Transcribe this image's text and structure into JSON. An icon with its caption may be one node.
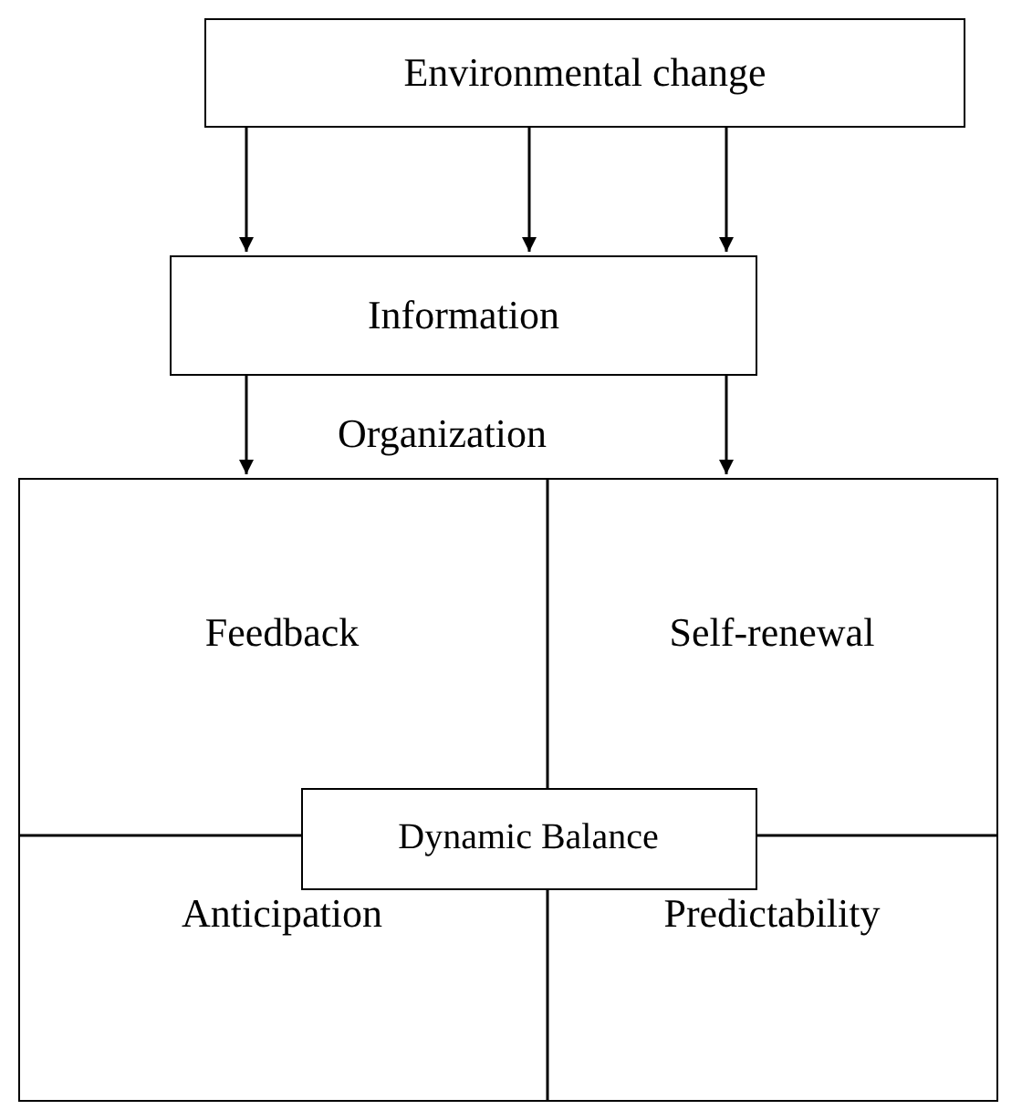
{
  "diagram": {
    "nodes": [
      {
        "text": [
          "Environmental change"
        ]
      },
      {
        "text": [
          "Information"
        ]
      },
      {
        "text": [],
        "shape": "box"
      },
      {
        "text": [
          "Feedback"
        ],
        "in": 2
      },
      {
        "text": [
          "Self-renewal"
        ],
        "in": 2
      },
      {
        "text": [
          "Anticipation"
        ],
        "in": 2
      },
      {
        "text": [
          "Predictability"
        ],
        "in": 2
      },
      {
        "text": [
          "Dynamic Balance"
        ],
        "in": 2
      }
    ],
    "edges": [
      {
        "from": 0,
        "to": 1,
        "arrow": "to"
      },
      {
        "from": 0,
        "to": 1,
        "arrow": "to"
      },
      {
        "from": 0,
        "to": 1,
        "arrow": "to"
      },
      {
        "from": 1,
        "to": 2,
        "arrow": "to"
      },
      {
        "from": 1,
        "to": 2,
        "arrow": "to"
      }
    ],
    "labels": [
      "Organization"
    ]
  }
}
